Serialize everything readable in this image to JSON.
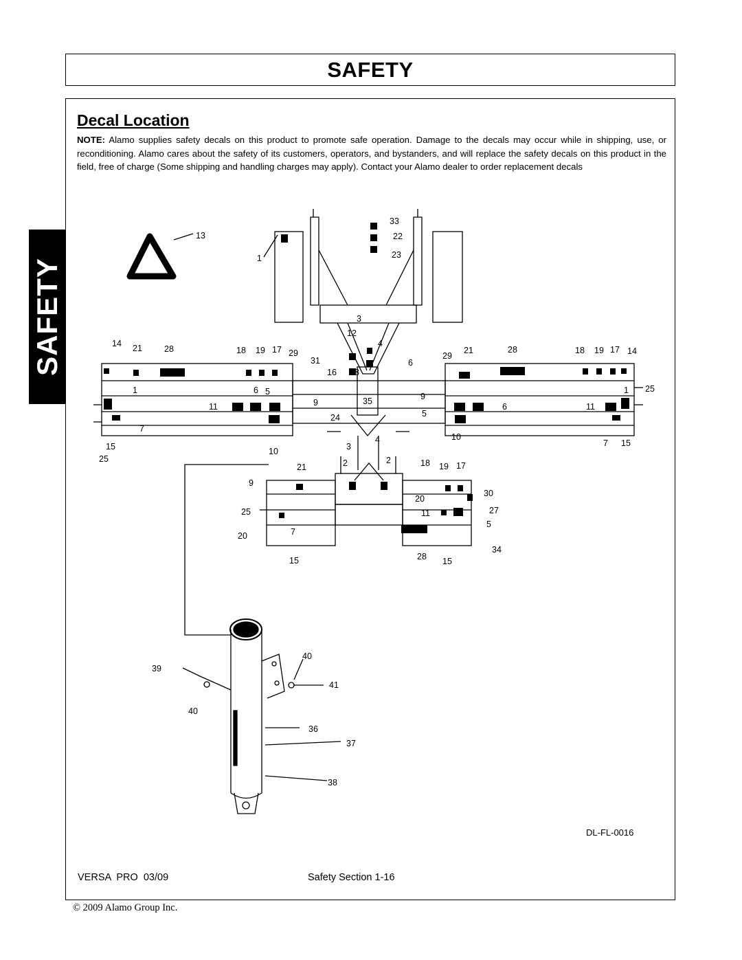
{
  "header": {
    "title": "SAFETY"
  },
  "side_tab": {
    "label": "SAFETY"
  },
  "section": {
    "title": "Decal Location",
    "note_label": "NOTE:",
    "note_text": "Alamo supplies safety decals on this product to promote safe operation. Damage to the decals may occur while in shipping, use, or reconditioning. Alamo cares about the safety of its customers, operators, and bystanders, and will replace the safety decals on this product in the field, free of charge (Some shipping and handling charges may apply). Contact your Alamo dealer to order replacement decals"
  },
  "diagram": {
    "drawing_id": "DL-FL-0016",
    "callouts": [
      "1",
      "2",
      "3",
      "4",
      "5",
      "6",
      "7",
      "9",
      "10",
      "11",
      "12",
      "13",
      "14",
      "15",
      "16",
      "17",
      "18",
      "19",
      "20",
      "21",
      "22",
      "23",
      "24",
      "25",
      "27",
      "28",
      "29",
      "30",
      "31",
      "33",
      "34",
      "35",
      "36",
      "37",
      "38",
      "39",
      "40",
      "41"
    ]
  },
  "footer": {
    "product": "VERSA PRO",
    "date": "03/09",
    "page": "Safety Section 1-16",
    "copyright": "© 2009 Alamo Group Inc."
  }
}
